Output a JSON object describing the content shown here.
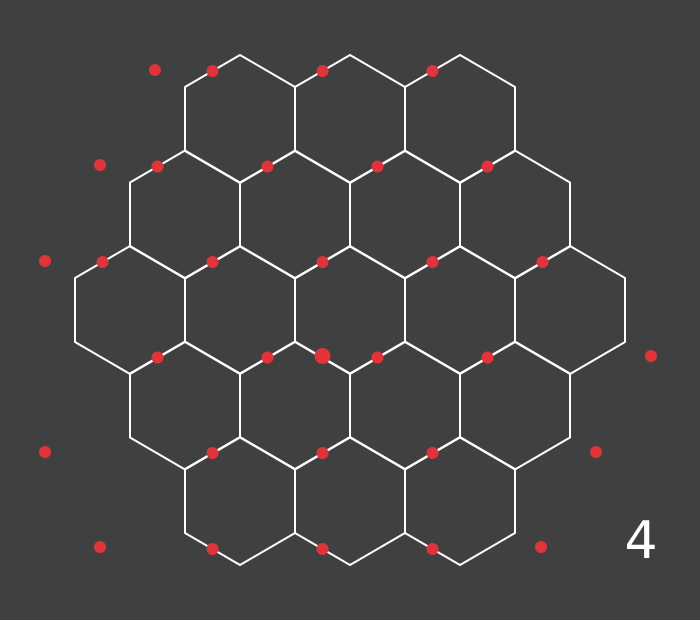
{
  "game": {
    "type": "hex-grid-puzzle",
    "background_color": "#404040",
    "grid_line_color": "#ffffff",
    "marker_color": "#e0333a",
    "rows": [
      3,
      4,
      5,
      4,
      3
    ],
    "counter": "4",
    "highlighted_marker": "center-cell-left-vertex"
  }
}
